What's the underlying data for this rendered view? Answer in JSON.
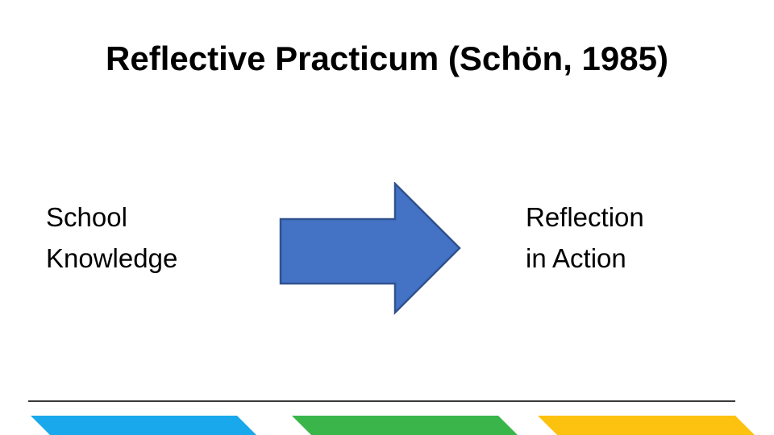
{
  "slide": {
    "title": "Reflective Practicum (Schön, 1985)",
    "left_label": {
      "line1": "School",
      "line2": "Knowledge"
    },
    "right_label": {
      "line1": "Reflection",
      "line2": "in Action"
    },
    "arrow": {
      "meaning": "flow from School Knowledge to Reflection in Action",
      "fill": "#4472C4",
      "border": "#2F528F"
    },
    "footer": {
      "line_color": "#3A3A3A",
      "stripes": [
        {
          "name": "blue stripe",
          "color": "#1AA8EC"
        },
        {
          "name": "green stripe",
          "color": "#39B54A"
        },
        {
          "name": "yellow stripe",
          "color": "#FDC110"
        }
      ]
    }
  }
}
